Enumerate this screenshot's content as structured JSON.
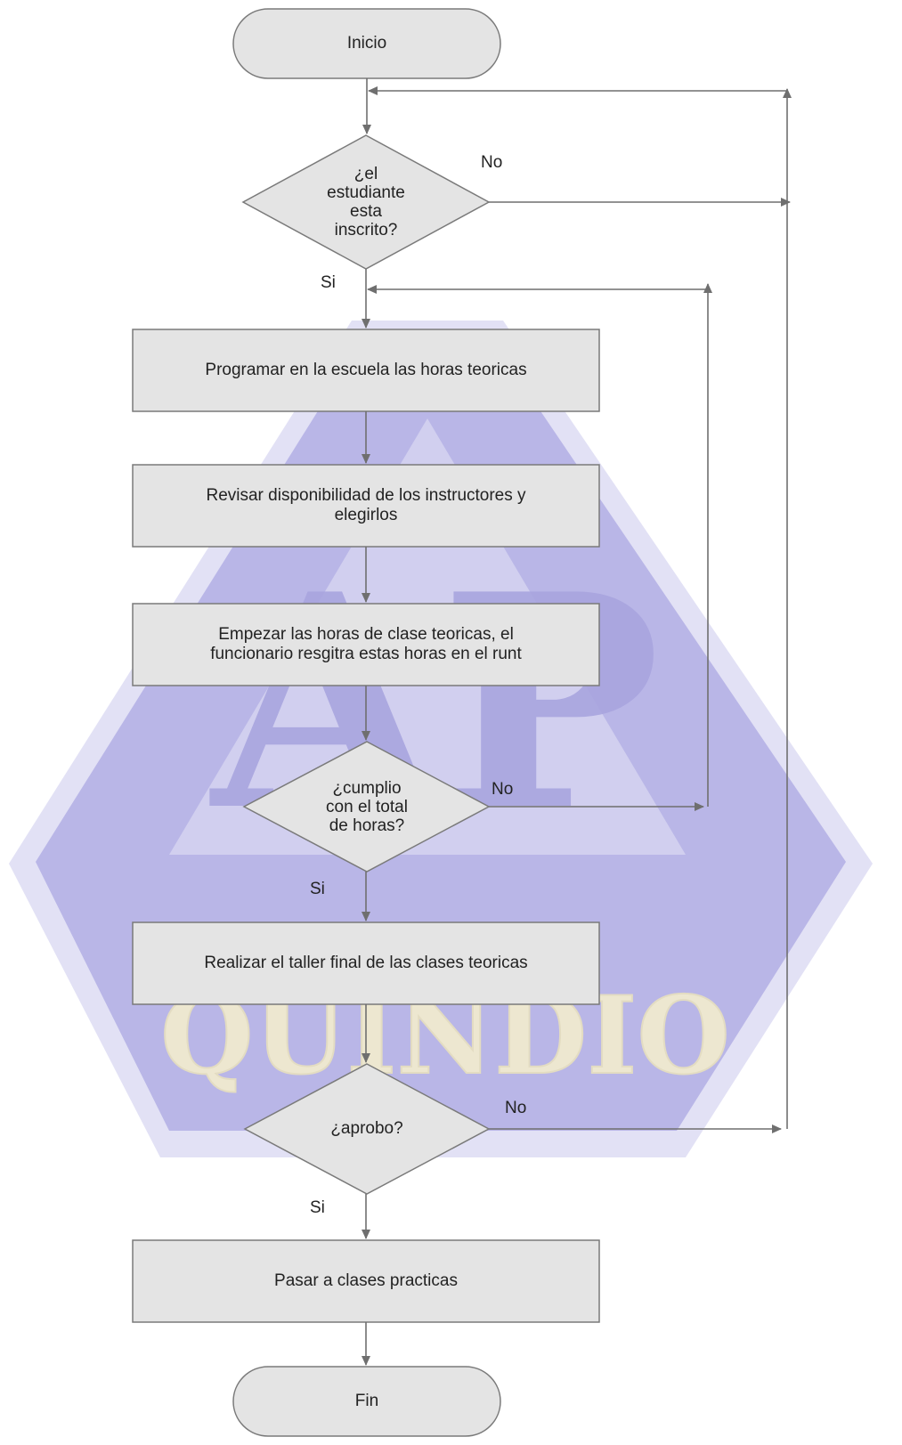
{
  "flowchart": {
    "start": "Inicio",
    "decision_inscrito": "¿el\nestudiante\nesta\ninscrito?",
    "decision_inscrito_no": "No",
    "decision_inscrito_si": "Si",
    "step_programar": "Programar  en la  escuela   las horas teoricas",
    "step_revisar": "Revisar  disponibilidad de los instructores y\nelegirlos",
    "step_empezar": "Empezar las horas de clase  teoricas, el\nfuncionario resgitra estas horas en el runt",
    "decision_horas": "¿cumplio\ncon el total\nde horas?",
    "decision_horas_no": "No",
    "decision_horas_si": "Si",
    "step_taller": "Realizar el taller final de las clases teoricas",
    "decision_aprobo": "¿aprobo?",
    "decision_aprobo_no": "No",
    "decision_aprobo_si": "Si",
    "step_practicas": "Pasar a  clases practicas",
    "end": "Fin"
  },
  "watermark": {
    "text": "QUINDIO",
    "letters": "AP",
    "color": "#b7b4e6"
  },
  "colors": {
    "node_fill": "#e4e4e4",
    "node_stroke": "#7a7a7a",
    "connector": "#6f6f6f"
  }
}
